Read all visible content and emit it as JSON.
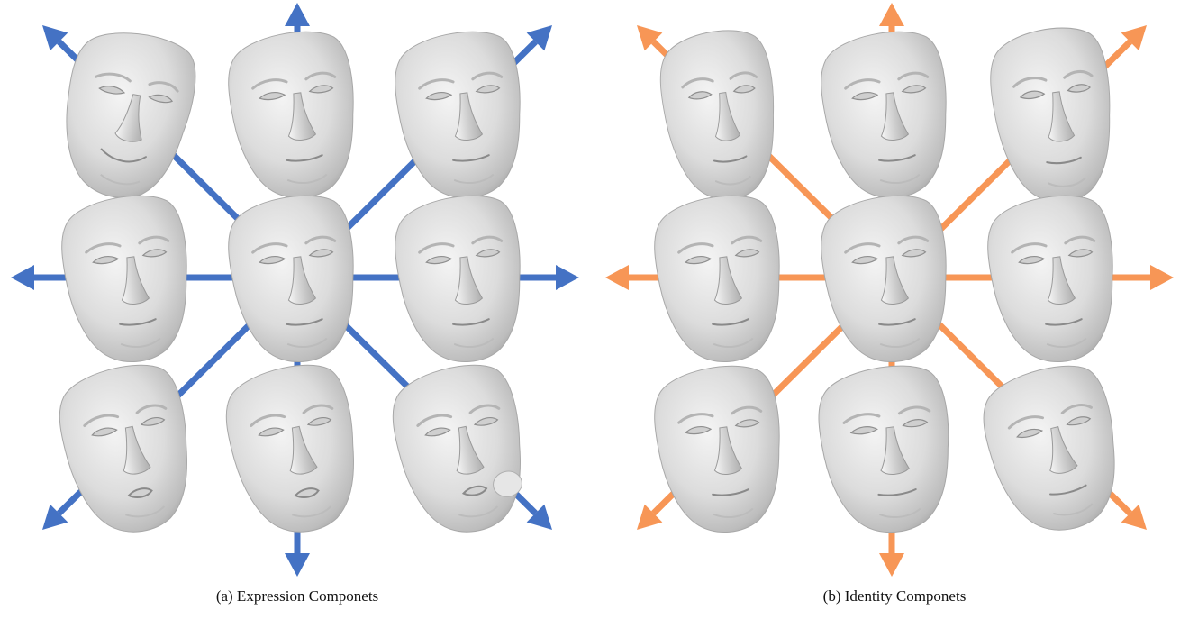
{
  "panels": [
    {
      "id": "a",
      "caption": "(a) Expression Componets",
      "arrow_color": "#4472C4",
      "faces": [
        {
          "row": 0,
          "col": 0,
          "variant": "smile-tilt"
        },
        {
          "row": 0,
          "col": 1,
          "variant": "neutral"
        },
        {
          "row": 0,
          "col": 2,
          "variant": "neutral"
        },
        {
          "row": 1,
          "col": 0,
          "variant": "neutral"
        },
        {
          "row": 1,
          "col": 1,
          "variant": "neutral-center"
        },
        {
          "row": 1,
          "col": 2,
          "variant": "neutral"
        },
        {
          "row": 2,
          "col": 0,
          "variant": "pout"
        },
        {
          "row": 2,
          "col": 1,
          "variant": "pout"
        },
        {
          "row": 2,
          "col": 2,
          "variant": "puff"
        }
      ]
    },
    {
      "id": "b",
      "caption": "(b) Identity Componets",
      "arrow_color": "#F79656",
      "faces": [
        {
          "row": 0,
          "col": 0,
          "variant": "narrow"
        },
        {
          "row": 0,
          "col": 1,
          "variant": "neutral"
        },
        {
          "row": 0,
          "col": 2,
          "variant": "long"
        },
        {
          "row": 1,
          "col": 0,
          "variant": "neutral"
        },
        {
          "row": 1,
          "col": 1,
          "variant": "neutral-center"
        },
        {
          "row": 1,
          "col": 2,
          "variant": "neutral"
        },
        {
          "row": 2,
          "col": 0,
          "variant": "neutral"
        },
        {
          "row": 2,
          "col": 1,
          "variant": "wide"
        },
        {
          "row": 2,
          "col": 2,
          "variant": "round"
        }
      ]
    }
  ]
}
